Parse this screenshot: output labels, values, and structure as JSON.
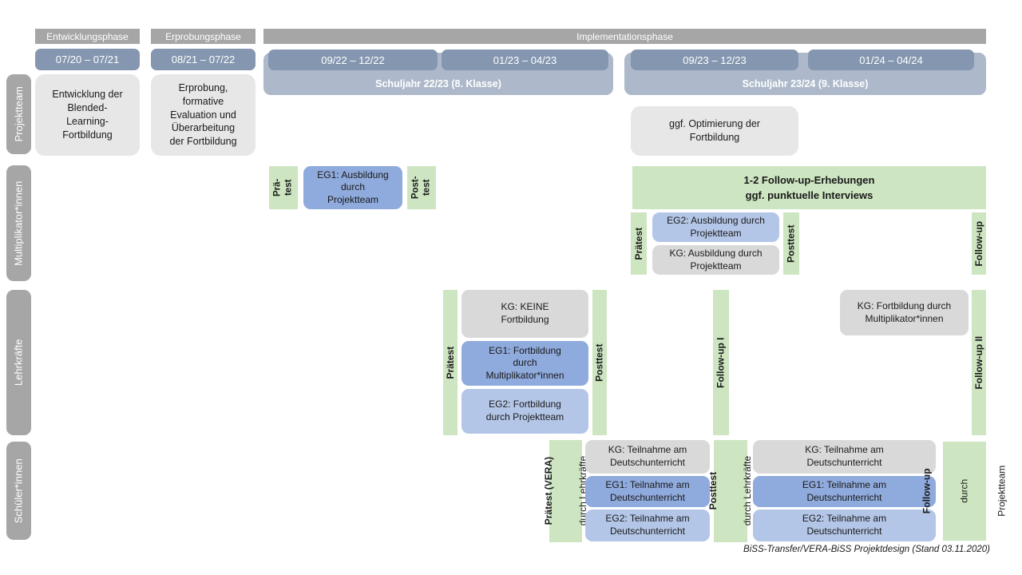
{
  "colors": {
    "phase_bar_gray": "#a6a6a6",
    "period_blue": "#8496b0",
    "school_year_blue": "#adb9ca",
    "box_light_gray": "#e8e7e7",
    "box_gray_kg": "#d9d9d9",
    "box_blue_eg1": "#8faadc",
    "box_blue_eg2": "#b4c6e7",
    "box_green": "#cee5c2"
  },
  "phases": {
    "entwicklung": "Entwicklungsphase",
    "erprobung": "Erprobungsphase",
    "implementation": "Implementationsphase"
  },
  "periods": {
    "p1": "07/20 – 07/21",
    "p2": "08/21 – 07/22",
    "p3": "09/22 – 12/22",
    "p4": "01/23 – 04/23",
    "p5": "09/23 – 12/23",
    "p6": "01/24 – 04/24"
  },
  "school_years": {
    "sy1": "Schuljahr 22/23 (8. Klasse)",
    "sy2": "Schuljahr 23/24 (9. Klasse)"
  },
  "row_labels": {
    "r1": "Projektteam",
    "r2": "Multiplikator*innen",
    "r3": "Lehrkräfte",
    "r4": "Schüler*innen"
  },
  "projektteam": {
    "entwicklung_box": "Entwicklung der\nBlended-\nLearning-\nFortbildung",
    "erprobung_box": "Erprobung,\nformative\nEvaluation und\nÜberarbeitung\nder Fortbildung",
    "optimierung_box": "ggf. Optimierung der\nFortbildung"
  },
  "multiplikatoren": {
    "praetest_small": "Prä-\ntest",
    "eg1_ausbildung": "EG1: Ausbildung\ndurch\nProjektteam",
    "posttest_small": "Post-\ntest",
    "followup_banner": "1-2 Follow-up-Erhebungen\nggf. punktuelle Interviews",
    "praetest": "Prätest",
    "eg2_ausbildung": "EG2: Ausbildung durch\nProjektteam",
    "kg_ausbildung": "KG: Ausbildung durch\nProjektteam",
    "posttest": "Posttest",
    "followup": "Follow-up"
  },
  "lehrkraefte": {
    "praetest": "Prätest",
    "kg_keine": "KG: KEINE\nFortbildung",
    "eg1_fortbildung": "EG1: Fortbildung\ndurch\nMultiplikator*innen",
    "eg2_fortbildung": "EG2: Fortbildung\ndurch Projektteam",
    "posttest": "Posttest",
    "followup1": "Follow-up I",
    "kg_fortbildung": "KG: Fortbildung durch\nMultiplikator*innen",
    "followup2": "Follow-up II"
  },
  "schueler": {
    "praetest_main": "Prätest (VERA)",
    "praetest_sub": "durch Lehrkräfte",
    "kg_teilnahme_1": "KG: Teilnahme am\nDeutschunterricht",
    "eg1_teilnahme_1": "EG1: Teilnahme am\nDeutschunterricht",
    "eg2_teilnahme_1": "EG2: Teilnahme am\nDeutschunterricht",
    "posttest_main": "Posttest",
    "posttest_sub": "durch Lehrkräfte",
    "kg_teilnahme_2": "KG: Teilnahme am\nDeutschunterricht",
    "eg1_teilnahme_2": "EG1: Teilnahme am\nDeutschunterricht",
    "eg2_teilnahme_2": "EG2: Teilnahme am\nDeutschunterricht",
    "followup_main": "Follow-up",
    "followup_sub1": "durch",
    "followup_sub2": "Projektteam"
  },
  "caption": "BiSS-Transfer/VERA-BiSS Projektdesign (Stand 03.11.2020)"
}
